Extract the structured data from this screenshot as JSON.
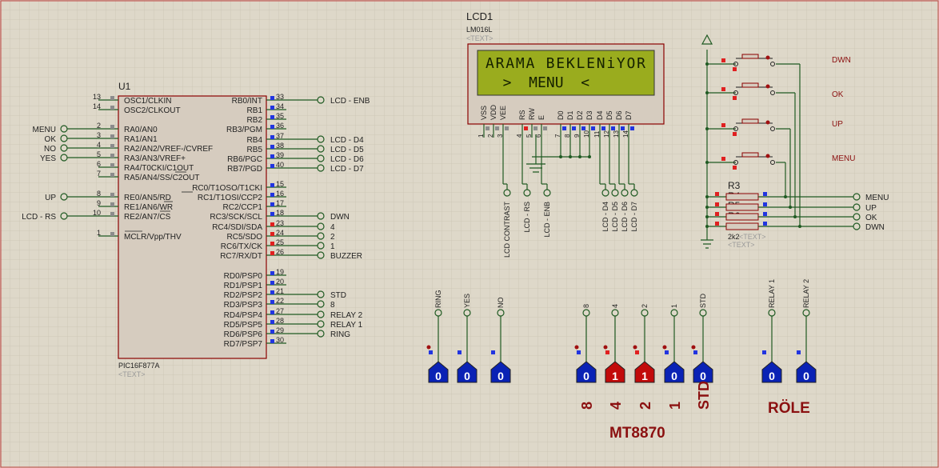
{
  "colors": {
    "background": "#ded8c9",
    "grid": "#cfc8b8",
    "wire": "#1f5a22",
    "chip_fill": "#d6ccbf",
    "chip_border": "#8b0000",
    "lcd_screen": "#9aac1e",
    "probe_low": "#0a22b5",
    "probe_high": "#c20a0a",
    "label_red": "#8b1010",
    "pin_blue": "#2235e0",
    "pin_red": "#e02020",
    "pin_grey": "#8c8c8c"
  },
  "u1": {
    "ref": "U1",
    "part": "PIC16F877A",
    "text_tag": "<TEXT>",
    "left_pins": [
      {
        "num": "13",
        "name": "OSC1/CLKIN",
        "net": ""
      },
      {
        "num": "14",
        "name": "OSC2/CLKOUT",
        "net": ""
      },
      {
        "num": "2",
        "name": "RA0/AN0",
        "net": "MENU"
      },
      {
        "num": "3",
        "name": "RA1/AN1",
        "net": "OK"
      },
      {
        "num": "4",
        "name": "RA2/AN2/VREF-/CVREF",
        "net": "NO"
      },
      {
        "num": "5",
        "name": "RA3/AN3/VREF+",
        "net": "YES"
      },
      {
        "num": "6",
        "name": "RA4/T0CKI/C1OUT",
        "net": ""
      },
      {
        "num": "7",
        "name": "RA5/AN4/SS/C2OUT",
        "net": ""
      },
      {
        "num": "8",
        "name": "RE0/AN5/RD",
        "net": "UP"
      },
      {
        "num": "9",
        "name": "RE1/AN6/WR",
        "net": ""
      },
      {
        "num": "10",
        "name": "RE2/AN7/CS",
        "net": "LCD - RS"
      },
      {
        "num": "1",
        "name": "MCLR/Vpp/THV",
        "net": ""
      }
    ],
    "right_pins": [
      {
        "num": "33",
        "name": "RB0/INT",
        "net": "LCD - ENB"
      },
      {
        "num": "34",
        "name": "RB1",
        "net": ""
      },
      {
        "num": "35",
        "name": "RB2",
        "net": ""
      },
      {
        "num": "36",
        "name": "RB3/PGM",
        "net": ""
      },
      {
        "num": "37",
        "name": "RB4",
        "net": "LCD - D4"
      },
      {
        "num": "38",
        "name": "RB5",
        "net": "LCD - D5"
      },
      {
        "num": "39",
        "name": "RB6/PGC",
        "net": "LCD - D6"
      },
      {
        "num": "40",
        "name": "RB7/PGD",
        "net": "LCD - D7"
      },
      {
        "num": "15",
        "name": "RC0/T1OSO/T1CKI",
        "net": ""
      },
      {
        "num": "16",
        "name": "RC1/T1OSI/CCP2",
        "net": ""
      },
      {
        "num": "17",
        "name": "RC2/CCP1",
        "net": ""
      },
      {
        "num": "18",
        "name": "RC3/SCK/SCL",
        "net": "DWN"
      },
      {
        "num": "23",
        "name": "RC4/SDI/SDA",
        "net": "4"
      },
      {
        "num": "24",
        "name": "RC5/SDO",
        "net": "2"
      },
      {
        "num": "25",
        "name": "RC6/TX/CK",
        "net": "1"
      },
      {
        "num": "26",
        "name": "RC7/RX/DT",
        "net": "BUZZER"
      },
      {
        "num": "19",
        "name": "RD0/PSP0",
        "net": ""
      },
      {
        "num": "20",
        "name": "RD1/PSP1",
        "net": ""
      },
      {
        "num": "21",
        "name": "RD2/PSP2",
        "net": "STD"
      },
      {
        "num": "22",
        "name": "RD3/PSP3",
        "net": "8"
      },
      {
        "num": "27",
        "name": "RD4/PSP4",
        "net": "RELAY 2"
      },
      {
        "num": "28",
        "name": "RD5/PSP5",
        "net": "RELAY 1"
      },
      {
        "num": "29",
        "name": "RD6/PSP6",
        "net": "RING"
      },
      {
        "num": "30",
        "name": "RD7/PSP7",
        "net": ""
      }
    ]
  },
  "lcd": {
    "ref": "LCD1",
    "part": "LM016L",
    "text_tag": "<TEXT>",
    "line1": "ARAMA BEKLENiYOR",
    "line2": "  >  MENU  <",
    "pins": [
      {
        "num": "1",
        "name": "VSS"
      },
      {
        "num": "2",
        "name": "VDD"
      },
      {
        "num": "3",
        "name": "VEE"
      },
      {
        "num": "4",
        "name": "RS"
      },
      {
        "num": "5",
        "name": "RW"
      },
      {
        "num": "6",
        "name": "E"
      },
      {
        "num": "7",
        "name": "D0"
      },
      {
        "num": "8",
        "name": "D1"
      },
      {
        "num": "9",
        "name": "D2"
      },
      {
        "num": "10",
        "name": "D3"
      },
      {
        "num": "11",
        "name": "D4"
      },
      {
        "num": "12",
        "name": "D5"
      },
      {
        "num": "13",
        "name": "D6"
      },
      {
        "num": "14",
        "name": "D7"
      }
    ],
    "terminals": [
      "LCD CONTRAST",
      "LCD - RS",
      "LCD - ENB",
      "LCD - D4",
      "LCD - D5",
      "LCD - D6",
      "LCD - D7"
    ]
  },
  "buttons": [
    {
      "label": "DWN"
    },
    {
      "label": "OK"
    },
    {
      "label": "UP"
    },
    {
      "label": "MENU"
    }
  ],
  "resistors": {
    "names": [
      "R3",
      "R4",
      "R5",
      "R6"
    ],
    "value": "2k2",
    "text_tags": [
      "<TEXT>",
      "<TEXT>"
    ],
    "outputs": [
      "MENU",
      "UP",
      "OK",
      "DWN"
    ]
  },
  "probes_left": [
    {
      "net": "RING",
      "value": "0"
    },
    {
      "net": "YES",
      "value": "0"
    },
    {
      "net": "NO",
      "value": "0"
    }
  ],
  "probes_mt8870": {
    "nets": [
      {
        "net": "8",
        "value": "0",
        "label": "8"
      },
      {
        "net": "4",
        "value": "1",
        "label": "4"
      },
      {
        "net": "2",
        "value": "1",
        "label": "2"
      },
      {
        "net": "1",
        "value": "0",
        "label": "1"
      },
      {
        "net": "STD",
        "value": "0",
        "label": "STD"
      }
    ],
    "title": "MT8870"
  },
  "probes_relay": {
    "nets": [
      {
        "net": "RELAY 1",
        "value": "0"
      },
      {
        "net": "RELAY 2",
        "value": "0"
      }
    ],
    "title": "RÖLE"
  }
}
